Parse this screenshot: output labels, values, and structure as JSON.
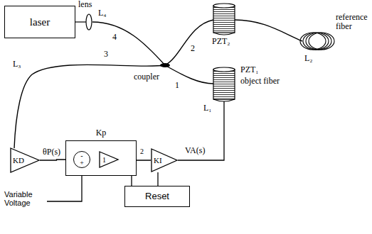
{
  "diagram": {
    "nodes": [
      {
        "text": [
          "laser"
        ]
      },
      {
        "text": [
          "KD"
        ]
      },
      {
        "text": [
          "Kp"
        ]
      },
      {
        "text": [
          "-",
          "+"
        ],
        "in": 2
      },
      {
        "text": [
          "1"
        ],
        "in": 2
      },
      {
        "text": [
          "KI"
        ]
      },
      {
        "text": [
          "Reset"
        ]
      }
    ],
    "edges": [
      {
        "from": 1,
        "to": 3,
        "arrow": "none",
        "label": "θP(s)"
      },
      {
        "from": 3,
        "to": 4,
        "arrow": "none"
      },
      {
        "from": 4,
        "to": 5,
        "arrow": "none"
      },
      {
        "from": 2,
        "to": 6,
        "arrow": "none"
      },
      {
        "from": 5,
        "to": 6,
        "arrow": "none"
      }
    ],
    "labels": [
      "lens",
      "L₄",
      "4",
      "3",
      "L₃",
      "coupler",
      "2",
      "PZT₂",
      "reference fiber",
      "L₂",
      "1",
      "PZT₁",
      "object fiber",
      "L₁",
      "VA(s)",
      "2",
      "Variable Voltage"
    ]
  }
}
